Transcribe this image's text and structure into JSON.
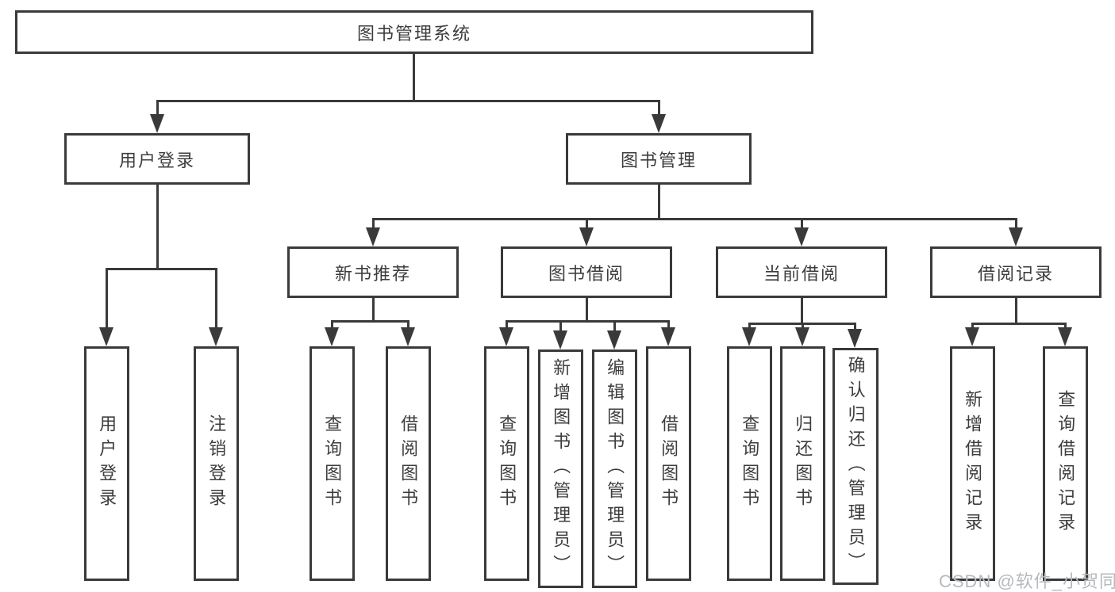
{
  "diagram_type": "hierarchy",
  "tree": {
    "label": "图书管理系统",
    "children": [
      {
        "label": "用户登录",
        "children": [
          {
            "label": "用户登录"
          },
          {
            "label": "注销登录"
          }
        ]
      },
      {
        "label": "图书管理",
        "children": [
          {
            "label": "新书推荐",
            "children": [
              {
                "label": "查询图书"
              },
              {
                "label": "借阅图书"
              }
            ]
          },
          {
            "label": "图书借阅",
            "children": [
              {
                "label": "查询图书"
              },
              {
                "label": "新增图书（管理员）"
              },
              {
                "label": "编辑图书（管理员）"
              },
              {
                "label": "借阅图书"
              }
            ]
          },
          {
            "label": "当前借阅",
            "children": [
              {
                "label": "查询图书"
              },
              {
                "label": "归还图书"
              },
              {
                "label": "确认归还（管理员）"
              }
            ]
          },
          {
            "label": "借阅记录",
            "children": [
              {
                "label": "新增借阅记录"
              },
              {
                "label": "查询借阅记录"
              }
            ]
          }
        ]
      }
    ]
  },
  "watermark": {
    "text": "CSDN @软件_小贺同学"
  },
  "colors": {
    "line": "#3a3a3a",
    "text": "#3d3d3d",
    "watermark": "#b5bac0",
    "background": "#ffffff"
  }
}
